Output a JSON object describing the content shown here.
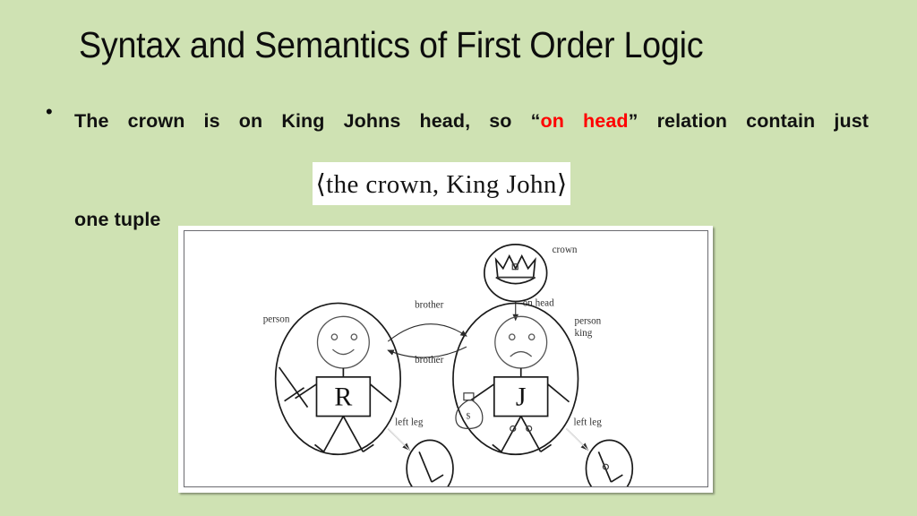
{
  "slide": {
    "background_color": "#cfe2b3",
    "title": "Syntax and Semantics of First Order Logic"
  },
  "bullets": [
    {
      "marker": "•",
      "line1_part1": "The crown is on King Johns head, so “",
      "line1_highlight": "on head",
      "line1_part2": "” relation contain just",
      "line2": "one tuple",
      "highlight_color": "#ff0000"
    }
  ],
  "tuple_image": {
    "text": "⟨the crown,  King John⟩",
    "background_color": "#ffffff"
  },
  "figure": {
    "caption_labels": {
      "crown": "crown",
      "on_head": "on head",
      "brother_top": "brother",
      "brother_bottom": "brother",
      "person_left": "person",
      "person_right": "person",
      "king": "king",
      "left_leg_1": "left leg",
      "left_leg_2": "left leg"
    },
    "figures": {
      "richard_letter": "R",
      "john_letter": "J",
      "money_symbol": "$"
    },
    "border_color": "#6b6b70",
    "background_color": "#ffffff"
  }
}
